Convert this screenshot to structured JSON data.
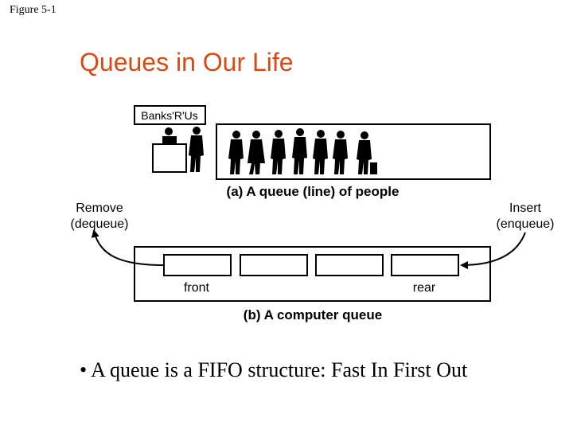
{
  "figure_label": "Figure 5-1",
  "title": "Queues in Our Life",
  "diagram": {
    "bank_sign": "Banks'R'Us",
    "caption_a": "(a) A queue (line) of people",
    "remove_label": "Remove",
    "dequeue_label": "(dequeue)",
    "insert_label": "Insert",
    "enqueue_label": "(enqueue)",
    "front_label": "front",
    "rear_label": "rear",
    "caption_b": "(b) A computer queue"
  },
  "bullet": "A queue is a FIFO structure: Fast In First Out",
  "colors": {
    "title": "#d84a12"
  }
}
